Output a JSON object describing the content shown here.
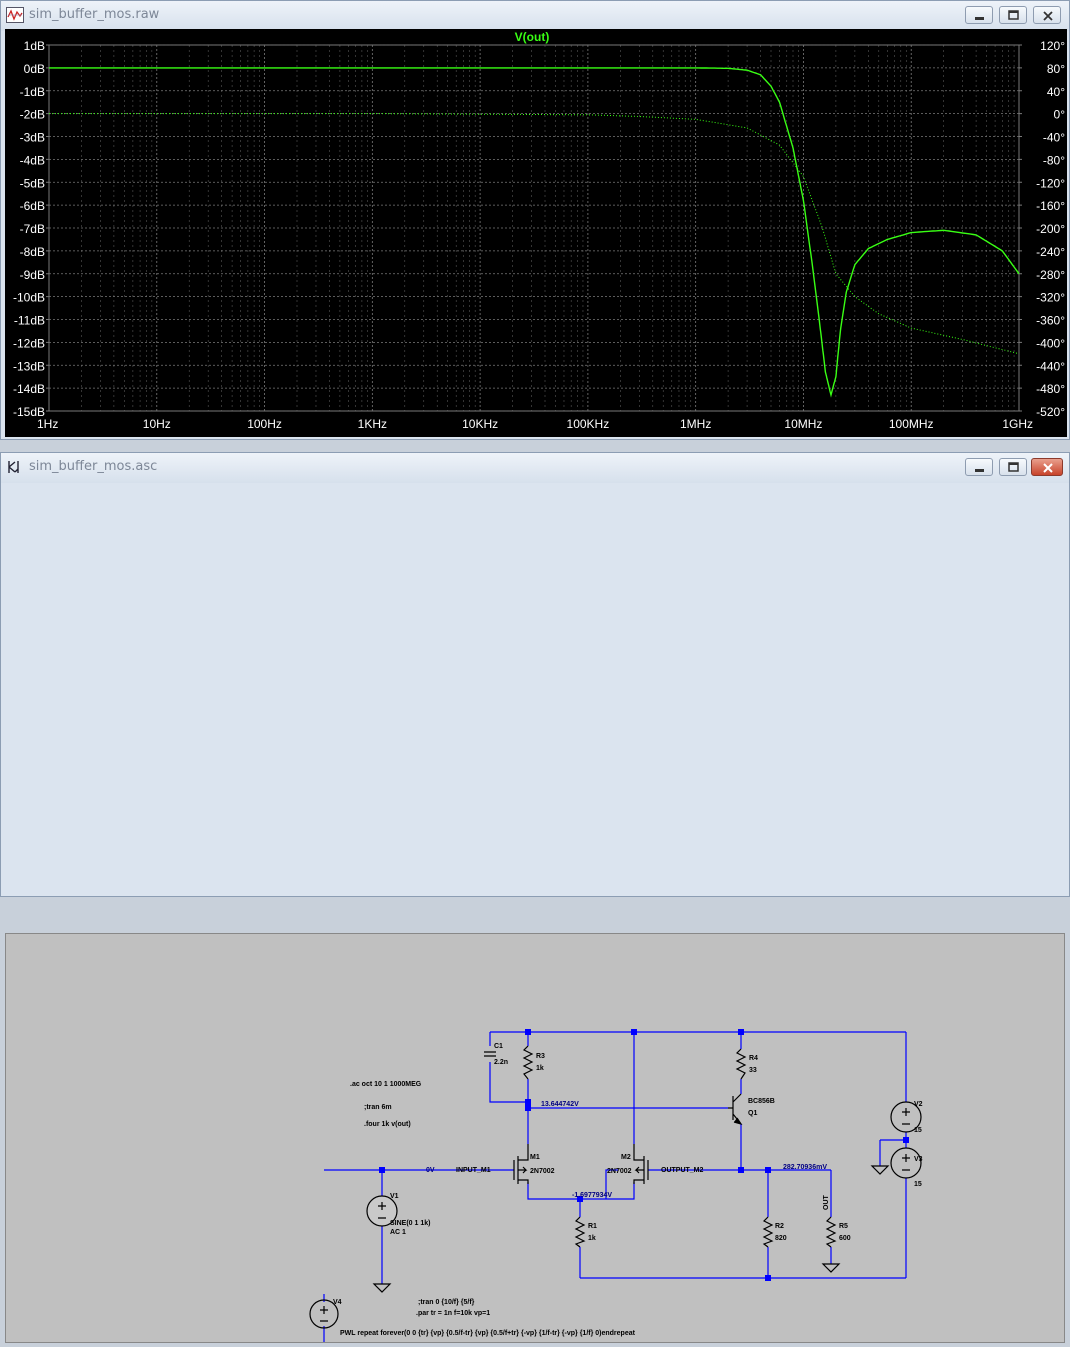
{
  "plot_window": {
    "title": "sim_buffer_mos.raw",
    "trace_label": "V(out)",
    "icon": "waveform-plot-icon"
  },
  "schematic_window": {
    "title": "sim_buffer_mos.asc",
    "icon": "ltspice-schematic-icon"
  },
  "window_buttons": {
    "minimize": "minimize-icon",
    "maximize": "maximize-icon",
    "close": "close-icon"
  },
  "colors": {
    "trace": "#39ff14",
    "plot_bg": "#000000",
    "grid": "#7a7a7a",
    "axis_text": "#ffffff",
    "wire": "#0000ff",
    "component": "#000000",
    "schematic_bg": "#c0c0c0",
    "node_label": "#000080"
  },
  "chart_data": {
    "type": "line",
    "title": "V(out)",
    "x_scale": "log",
    "xlim": [
      1,
      1000000000
    ],
    "x_tick_labels": [
      "1Hz",
      "10Hz",
      "100Hz",
      "1KHz",
      "10KHz",
      "100KHz",
      "1MHz",
      "10MHz",
      "100MHz",
      "1GHz"
    ],
    "y_left_tick_labels": [
      "1dB",
      "0dB",
      "-1dB",
      "-2dB",
      "-3dB",
      "-4dB",
      "-5dB",
      "-6dB",
      "-7dB",
      "-8dB",
      "-9dB",
      "-10dB",
      "-11dB",
      "-12dB",
      "-13dB",
      "-14dB",
      "-15dB"
    ],
    "ylim_left": [
      -15,
      1
    ],
    "y_right_tick_labels": [
      "120°",
      "80°",
      "40°",
      "0°",
      "-40°",
      "-80°",
      "-120°",
      "-160°",
      "-200°",
      "-240°",
      "-280°",
      "-320°",
      "-360°",
      "-400°",
      "-440°",
      "-480°",
      "-520°"
    ],
    "ylim_right": [
      -520,
      120
    ],
    "series": [
      {
        "style": "solid",
        "axis": "left",
        "x": [
          1,
          1000,
          100000,
          1000000,
          2000000,
          3000000,
          4000000,
          5000000,
          6000000,
          8000000,
          10000000,
          12000000,
          14000000,
          16000000,
          18000000,
          20000000,
          22000000,
          25000000,
          30000000,
          40000000,
          60000000,
          100000000,
          200000000,
          400000000,
          700000000,
          1000000000
        ],
        "y": [
          0,
          0,
          0,
          0,
          -0.02,
          -0.1,
          -0.3,
          -0.8,
          -1.5,
          -3.5,
          -5.8,
          -8.5,
          -11,
          -13.3,
          -14.3,
          -13.5,
          -11.5,
          -9.8,
          -8.6,
          -7.9,
          -7.5,
          -7.2,
          -7.1,
          -7.3,
          -8.0,
          -9.0
        ]
      },
      {
        "style": "dotted",
        "axis": "right",
        "x": [
          1,
          1000,
          100000,
          300000,
          1000000,
          3000000,
          6000000,
          10000000,
          15000000,
          20000000,
          30000000,
          50000000,
          100000000,
          300000000,
          1000000000
        ],
        "y": [
          0,
          0,
          -2,
          -5,
          -10,
          -25,
          -55,
          -110,
          -200,
          -280,
          -320,
          -350,
          -375,
          -395,
          -420
        ]
      }
    ]
  },
  "schematic": {
    "components": {
      "C1": {
        "name": "C1",
        "value": "2.2n"
      },
      "R3": {
        "name": "R3",
        "value": "1k"
      },
      "R4": {
        "name": "R4",
        "value": "33"
      },
      "Q1": {
        "name": "Q1",
        "model": "BC856B"
      },
      "M1": {
        "name": "M1",
        "model": "2N7002"
      },
      "M2": {
        "name": "M2",
        "model": "2N7002"
      },
      "R1": {
        "name": "R1",
        "value": "1k"
      },
      "R2": {
        "name": "R2",
        "value": "820"
      },
      "R5": {
        "name": "R5",
        "value": "600"
      },
      "V1": {
        "name": "V1",
        "value": "SINE(0 1 1k)",
        "ac": "AC 1"
      },
      "V2": {
        "name": "V2",
        "value": "15"
      },
      "V3": {
        "name": "V3",
        "value": "15"
      },
      "V4": {
        "name": "V4"
      }
    },
    "node_labels": {
      "n_top": "13.644742V",
      "n_in": "0V",
      "n_src": "-1.6977934V",
      "n_out": "282.70936mV"
    },
    "net_names": {
      "input": "INPUT_M1",
      "output": "OUTPUT_M2",
      "out": "OUT"
    },
    "directives": {
      "ac": ".ac oct 10 1 1000MEG",
      "tran1": ";tran 6m",
      "four": ".four 1k v(out)",
      "tran2": ";tran 0 {10/f} {5/f}",
      "param": ".par tr = 1n f=10k vp=1",
      "pwl": "PWL repeat forever(0 0 {tr} {vp} {0.5/f-tr} {vp} {0.5/f+tr} {-vp} {1/f-tr} {-vp} {1/f} 0)endrepeat"
    }
  }
}
